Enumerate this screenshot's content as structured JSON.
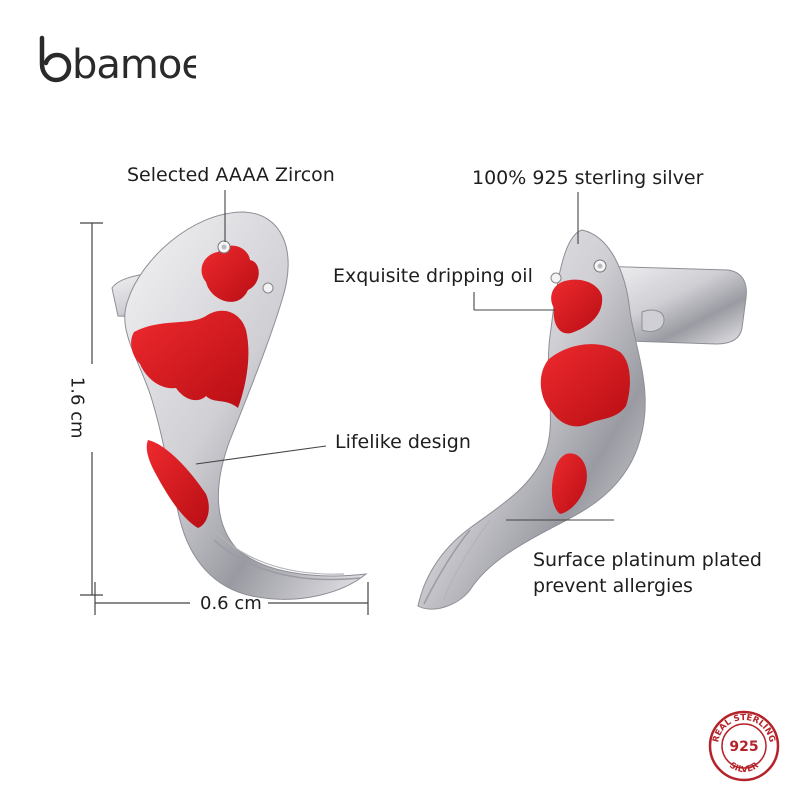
{
  "brand": {
    "name": "bamoer"
  },
  "annotations": {
    "zircon": "Selected AAAA Zircon",
    "silver": "100% 925 sterling silver",
    "oil": "Exquisite dripping oil",
    "design": "Lifelike design",
    "plated_line1": "Surface platinum plated",
    "plated_line2": "prevent allergies"
  },
  "dimensions": {
    "height": "1.6 cm",
    "width": "0.6 cm"
  },
  "seal": {
    "top_text": "REAL STERLING",
    "center": "925",
    "bottom_text": "SILVER"
  },
  "colors": {
    "enamel_red": "#d9141c",
    "silver": "#d8d8dc",
    "seal_red": "#b5232a",
    "line": "#444444"
  }
}
